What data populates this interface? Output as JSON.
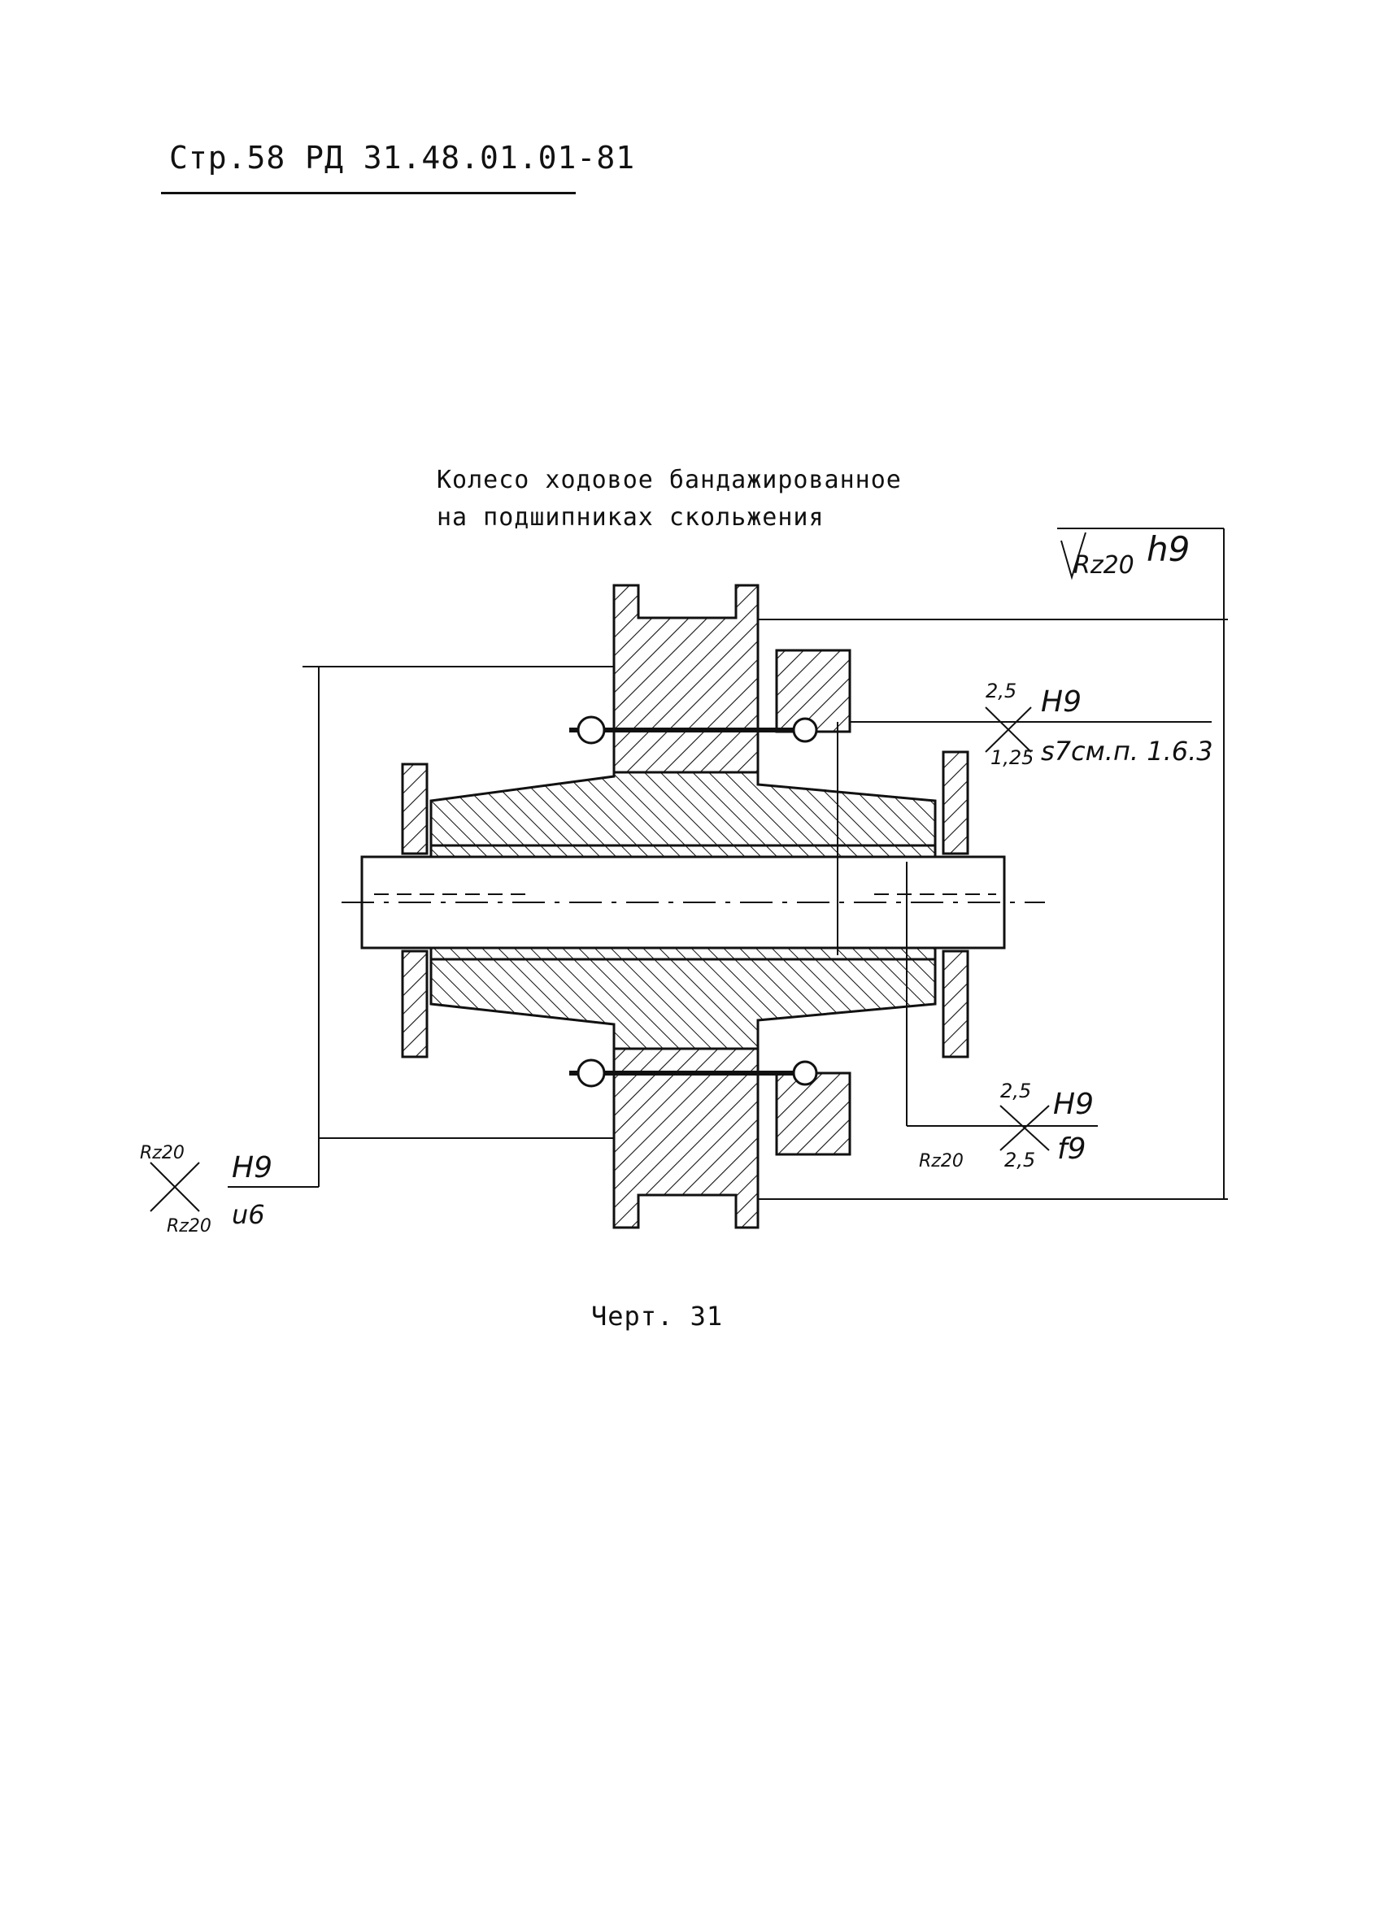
{
  "header": {
    "text": "Стр.58 РД 31.48.01.01-81"
  },
  "drawing": {
    "title_line1": "Колесо ходовое бандажированное",
    "title_line2": "на подшипниках скольжения",
    "caption": "Черт. 31",
    "annotations": {
      "top_right_rz": "Rz20",
      "top_right_fit": "h9",
      "upper_roughness_top": "2,5",
      "upper_roughness_bottom": "1,25",
      "upper_fit_top": "H9",
      "upper_fit_bottom": "s7см.п. 1.6.3",
      "lower_roughness_top": "2,5",
      "lower_roughness_bottom": "2,5",
      "lower_rz": "Rz20",
      "lower_fit_top": "H9",
      "lower_fit_bottom": "f9",
      "left_rz_top": "Rz20",
      "left_rz_bottom": "Rz20",
      "left_fit_top": "H9",
      "left_fit_bottom": "u6"
    }
  }
}
